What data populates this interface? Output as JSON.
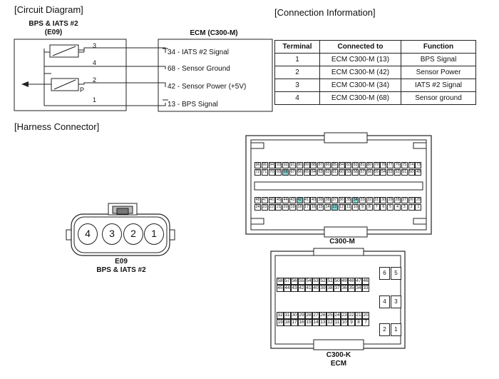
{
  "headings": {
    "circuit": "[Circuit Diagram]",
    "connection": "[Connection Information]",
    "harness": "[Harness Connector]"
  },
  "circuit": {
    "sensor_name": "BPS & IATS #2",
    "sensor_id": "(E09)",
    "ecm_name": "ECM (C300-M)",
    "p_label": "P",
    "pins": [
      {
        "terminal": "3",
        "ecm_pin": "34",
        "signal": "IATS #2 Signal"
      },
      {
        "terminal": "4",
        "ecm_pin": "68",
        "signal": "Sensor Ground"
      },
      {
        "terminal": "2",
        "ecm_pin": "42",
        "signal": "Sensor Power (+5V)"
      },
      {
        "terminal": "1",
        "ecm_pin": "13",
        "signal": "BPS Signal"
      }
    ]
  },
  "connection_table": {
    "headers": [
      "Terminal",
      "Connected to",
      "Function"
    ],
    "rows": [
      [
        "1",
        "ECM C300-M (13)",
        "BPS Signal"
      ],
      [
        "2",
        "ECM C300-M (42)",
        "Sensor Power"
      ],
      [
        "3",
        "ECM C300-M (34)",
        "IATS #2 Signal"
      ],
      [
        "4",
        "ECM C300-M (68)",
        "Sensor ground"
      ]
    ]
  },
  "e09_connector": {
    "pins": [
      "4",
      "3",
      "2",
      "1"
    ],
    "label_id": "E09",
    "label_name": "BPS & IATS #2"
  },
  "c300m": {
    "label": "C300-M",
    "highlight_color": "#7fd3d0",
    "row1": [
      "96",
      "95",
      "94",
      "93",
      "92",
      "91",
      "90",
      "89",
      "88",
      "87",
      "86",
      "85",
      "84",
      "83",
      "82",
      "81",
      "80",
      "79",
      "78",
      "77",
      "76",
      "75",
      "74",
      "73"
    ],
    "row2": [
      "72",
      "71",
      "70",
      "69",
      "68",
      "67",
      "66",
      "65",
      "64",
      "63",
      "62",
      "61",
      "60",
      "59",
      "58",
      "57",
      "56",
      "55",
      "54",
      "53",
      "52",
      "51",
      "50",
      "49"
    ],
    "row3": [
      "48",
      "47",
      "46",
      "45",
      "44",
      "43",
      "42",
      "41",
      "40",
      "39",
      "38",
      "37",
      "36",
      "35",
      "34",
      "33",
      "32",
      "31",
      "30",
      "29",
      "28",
      "27",
      "26",
      "25"
    ],
    "row4": [
      "24",
      "23",
      "22",
      "21",
      "20",
      "19",
      "18",
      "17",
      "16",
      "15",
      "14",
      "13",
      "12",
      "11",
      "10",
      "9",
      "8",
      "7",
      "6",
      "5",
      "4",
      "3",
      "2",
      "1"
    ],
    "highlighted": [
      "68",
      "42",
      "34",
      "13"
    ]
  },
  "c300k": {
    "label": "C300-K",
    "sublabel": "ECM",
    "rowA": [
      "58",
      "57",
      "56",
      "55",
      "54",
      "53",
      "52",
      "51",
      "50",
      "49",
      "48",
      "47",
      "46"
    ],
    "rowB": [
      "45",
      "44",
      "43",
      "42",
      "41",
      "40",
      "39",
      "38",
      "37",
      "36",
      "35",
      "34",
      "33"
    ],
    "rowC": [
      "32",
      "31",
      "30",
      "29",
      "28",
      "27",
      "26",
      "25",
      "24",
      "23",
      "22",
      "21",
      "20"
    ],
    "rowD": [
      "19",
      "18",
      "17",
      "16",
      "15",
      "14",
      "13",
      "12",
      "11",
      "10",
      "9",
      "8",
      "7"
    ],
    "big_pins": [
      [
        "6",
        "5"
      ],
      [
        "4",
        "3"
      ],
      [
        "2",
        "1"
      ]
    ]
  }
}
